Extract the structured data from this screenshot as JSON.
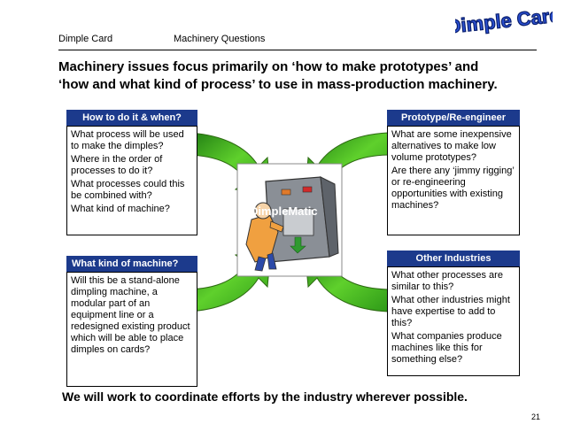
{
  "header": {
    "doc_title": "Dimple Card",
    "section_title": "Machinery Questions",
    "logo_text": "Dimple Card"
  },
  "headline": {
    "line1": "Machinery issues focus primarily on ‘how to make prototypes’ and",
    "line2": "‘how and what kind of process’ to use in mass-production machinery."
  },
  "boxes": [
    {
      "title": "How to do it & when?",
      "lines": [
        "What process will be used to make the dimples?",
        "Where in the order of processes to do it?",
        "What processes could this be combined with?",
        "What kind of machine?"
      ]
    },
    {
      "title": "Prototype/Re-engineer",
      "lines": [
        "What are some inexpensive alternatives to make low volume prototypes?",
        "Are there any ‘jimmy rigging’ or re-engineering opportunities with existing machines?"
      ]
    },
    {
      "title": "What kind of machine?",
      "lines": [
        "Will this be a stand-alone dimpling machine, a modular part of an equipment line or a redesigned existing product which will be able to place dimples on cards?"
      ]
    },
    {
      "title": "Other Industries",
      "lines": [
        "What other processes are similar to this?",
        "What other industries might have expertise to add to this?",
        "What companies produce machines like this for something else?"
      ]
    }
  ],
  "center": {
    "label": "DimpleMatic"
  },
  "footer": {
    "text": "We will work to coordinate efforts by the industry wherever possible."
  },
  "page_number": "21",
  "colors": {
    "box_title_bg": "#1c3a8c",
    "arrow_green": "#4caf1f",
    "logo_blue": "#2a4fd0"
  }
}
